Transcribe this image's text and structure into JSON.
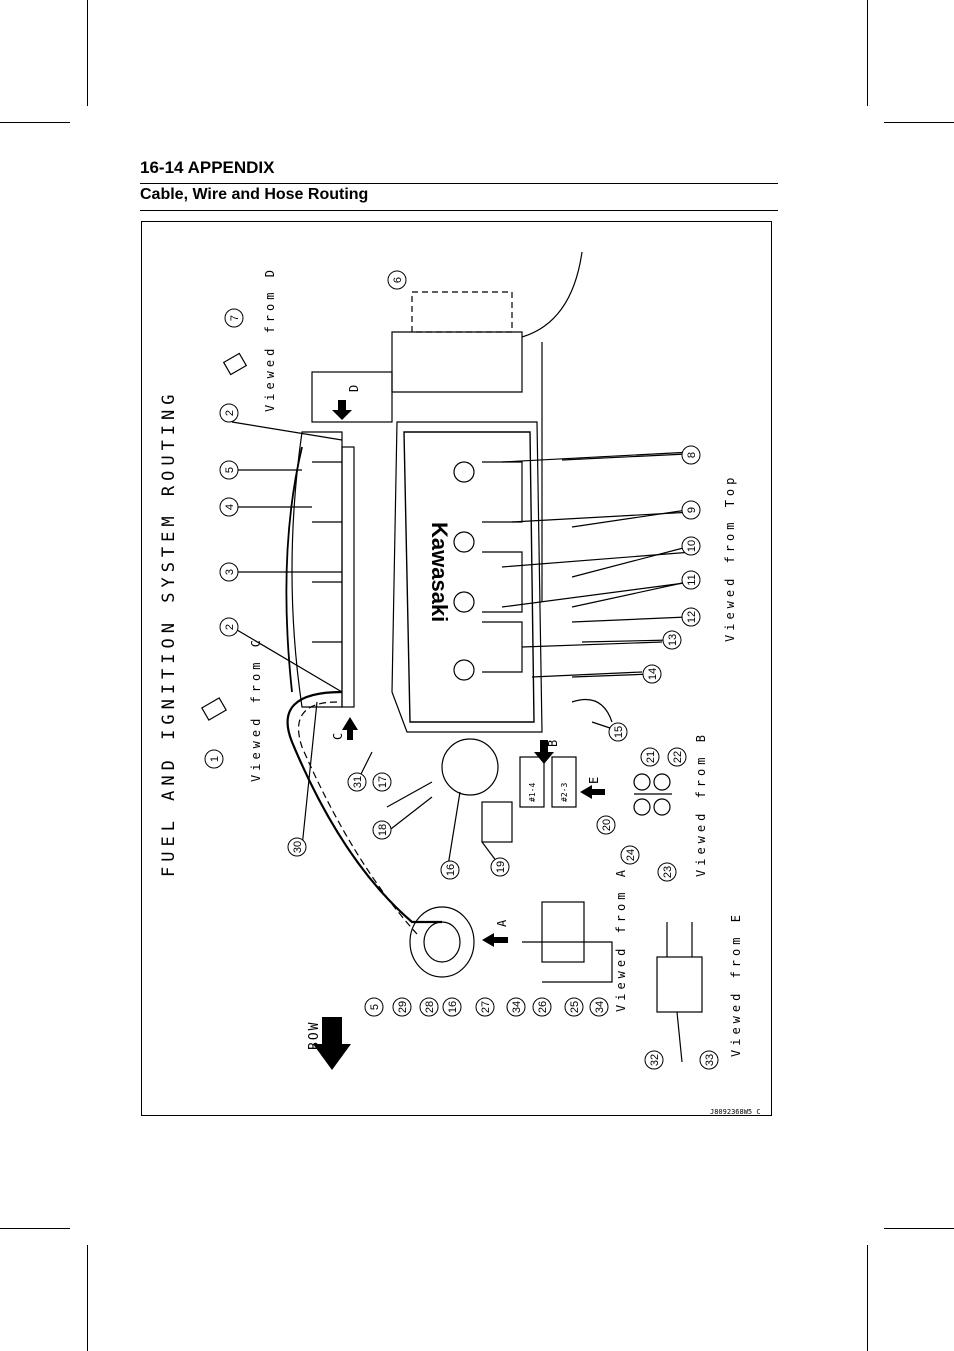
{
  "header": {
    "page_label": "16-14 APPENDIX",
    "section_title": "Cable, Wire and Hose Routing"
  },
  "figure": {
    "title": "FUEL AND IGNITION SYSTEM ROUTING",
    "brand": "Kawasaki",
    "direction": "BOW",
    "view_letters": [
      "A",
      "B",
      "C",
      "D",
      "E"
    ],
    "view_labels": {
      "from_a": "Viewed from A",
      "from_b": "Viewed from B",
      "from_c": "Viewed from C",
      "from_d": "Viewed from D",
      "from_e": "Viewed from E",
      "from_top": "Viewed from Top"
    },
    "coil_tags": [
      "#1-4",
      "#2-3"
    ],
    "code": "J8092368W5 C",
    "callouts": [
      "1",
      "2",
      "2",
      "3",
      "4",
      "5",
      "5",
      "6",
      "7",
      "8",
      "9",
      "10",
      "11",
      "12",
      "13",
      "14",
      "15",
      "16",
      "16",
      "17",
      "18",
      "19",
      "20",
      "21",
      "22",
      "23",
      "24",
      "25",
      "26",
      "27",
      "28",
      "29",
      "30",
      "31",
      "32",
      "33",
      "34",
      "34"
    ]
  }
}
